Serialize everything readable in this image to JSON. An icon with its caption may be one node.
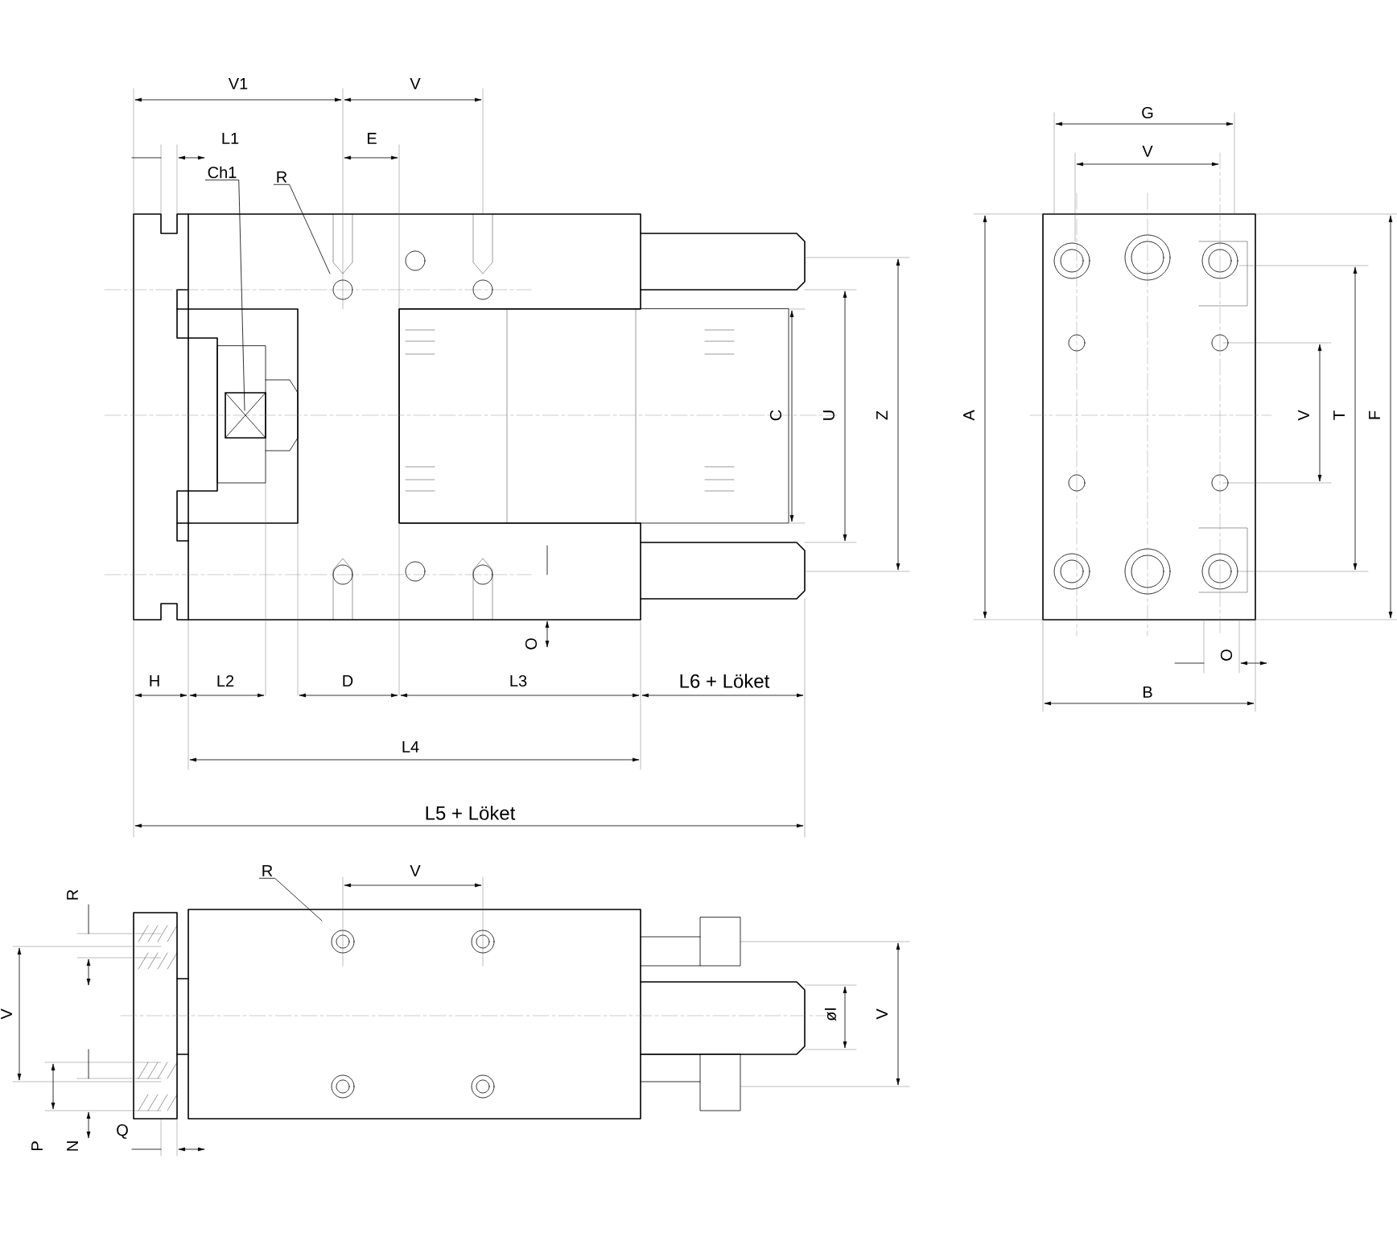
{
  "diagram": {
    "nodes": [
      {
        "text": [
          "Ch1"
        ]
      },
      {
        "text": [
          "R"
        ]
      },
      {
        "text": [
          "R"
        ]
      }
    ],
    "edges": [
      {
        "from": 0,
        "to": null,
        "arrow": "none"
      },
      {
        "from": 1,
        "to": null,
        "arrow": "none"
      },
      {
        "from": 2,
        "to": null,
        "arrow": "none"
      }
    ],
    "labels": [
      "V1",
      "V",
      "L1",
      "E",
      "G",
      "V",
      "C",
      "U",
      "Z",
      "A",
      "V",
      "T",
      "F",
      "O",
      "O",
      "H",
      "L2",
      "D",
      "L3",
      "L6 + Löket",
      "B",
      "L4",
      "L5 + Löket",
      "V",
      "R",
      "V",
      "øI",
      "V",
      "P",
      "N",
      "Q"
    ]
  }
}
